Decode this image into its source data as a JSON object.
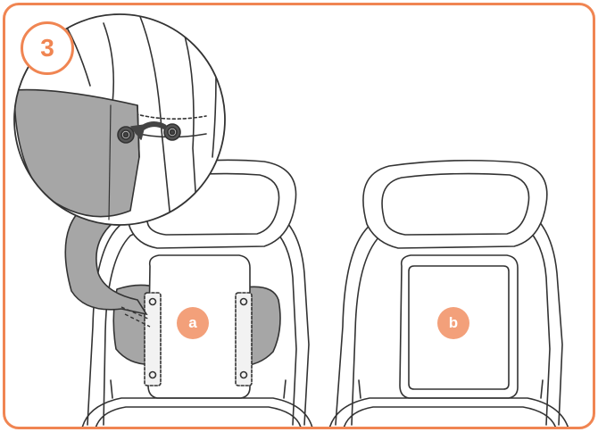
{
  "step": {
    "number": "3"
  },
  "callouts": {
    "left_seat": "a",
    "right_seat": "b"
  },
  "colors": {
    "accent": "#f08552",
    "callout_fill": "#f3a07a",
    "fabric_gray": "#a6a6a6",
    "outline": "#333333"
  },
  "icons": {
    "arrow": "curved-arrow-icon",
    "buttons": "press-stud-icon"
  }
}
